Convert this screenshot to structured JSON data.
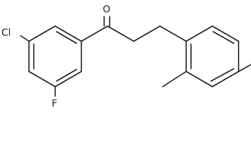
{
  "molecule": {
    "atoms": {
      "oxygen": "O",
      "chlorine": "Cl",
      "fluorine": "F"
    }
  },
  "colors": {
    "bond": "#1a1a1a",
    "background": "#ffffff"
  }
}
